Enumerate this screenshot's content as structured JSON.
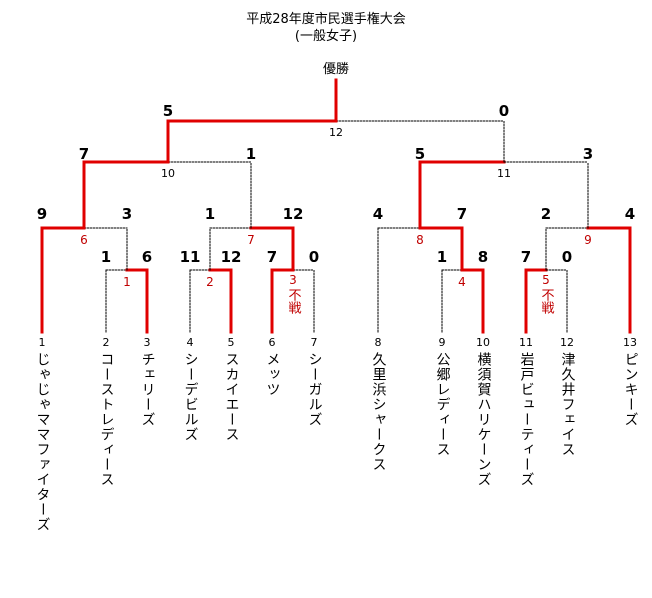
{
  "title": "平成28年度市民選手権大会",
  "subtitle": "(一般女子)",
  "champion_label": "優勝",
  "colors": {
    "win": "#e00000",
    "lose": "#000000",
    "match_no": "#c00000"
  },
  "fusen_label": "不戦",
  "teams": [
    {
      "no": "1",
      "name": "じゃじゃママファイターズ"
    },
    {
      "no": "2",
      "name": "コーストレディース"
    },
    {
      "no": "3",
      "name": "チェリーズ"
    },
    {
      "no": "4",
      "name": "シーデビルズ"
    },
    {
      "no": "5",
      "name": "スカイエース"
    },
    {
      "no": "6",
      "name": "メッツ"
    },
    {
      "no": "7",
      "name": "シーガルズ"
    },
    {
      "no": "8",
      "name": "久里浜シャークス"
    },
    {
      "no": "9",
      "name": "公郷レディース"
    },
    {
      "no": "10",
      "name": "横須賀ハリケーンズ"
    },
    {
      "no": "11",
      "name": "岩戸ビューティーズ"
    },
    {
      "no": "12",
      "name": "津久井フェイス"
    },
    {
      "no": "13",
      "name": "ピンキーズ"
    }
  ],
  "matches": [
    {
      "no": "1",
      "score_left": "1",
      "score_right": "6"
    },
    {
      "no": "2",
      "score_left": "11",
      "score_right": "12"
    },
    {
      "no": "3",
      "score_left": "7",
      "score_right": "0",
      "walkover": true
    },
    {
      "no": "4",
      "score_left": "1",
      "score_right": "8"
    },
    {
      "no": "5",
      "score_left": "7",
      "score_right": "0",
      "walkover": true
    },
    {
      "no": "6",
      "score_left": "9",
      "score_right": "3"
    },
    {
      "no": "7",
      "score_left": "1",
      "score_right": "12"
    },
    {
      "no": "8",
      "score_left": "4",
      "score_right": "7"
    },
    {
      "no": "9",
      "score_left": "2",
      "score_right": "4"
    },
    {
      "no": "10",
      "score_left": "7",
      "score_right": "1"
    },
    {
      "no": "11",
      "score_left": "5",
      "score_right": "3"
    },
    {
      "no": "12",
      "score_left": "5",
      "score_right": "0"
    }
  ]
}
